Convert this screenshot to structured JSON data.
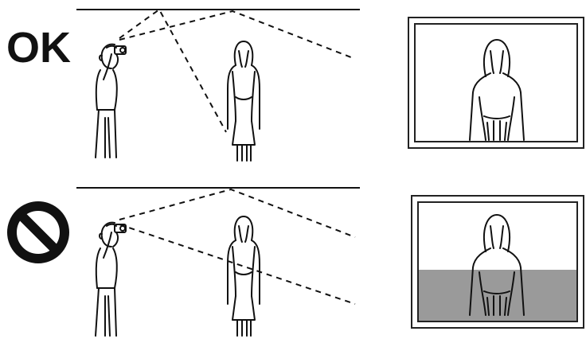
{
  "ok_row": {
    "label": "OK",
    "verdict": "correct-flash-bounce",
    "result_shading": "none"
  },
  "ng_row": {
    "icon": "prohibited-icon",
    "verdict": "incorrect-flash-bounce",
    "result_shading": "lower-half-dark"
  },
  "colors": {
    "ink": "#111111",
    "frame": "#222222",
    "shade": "#9a9a9a"
  }
}
